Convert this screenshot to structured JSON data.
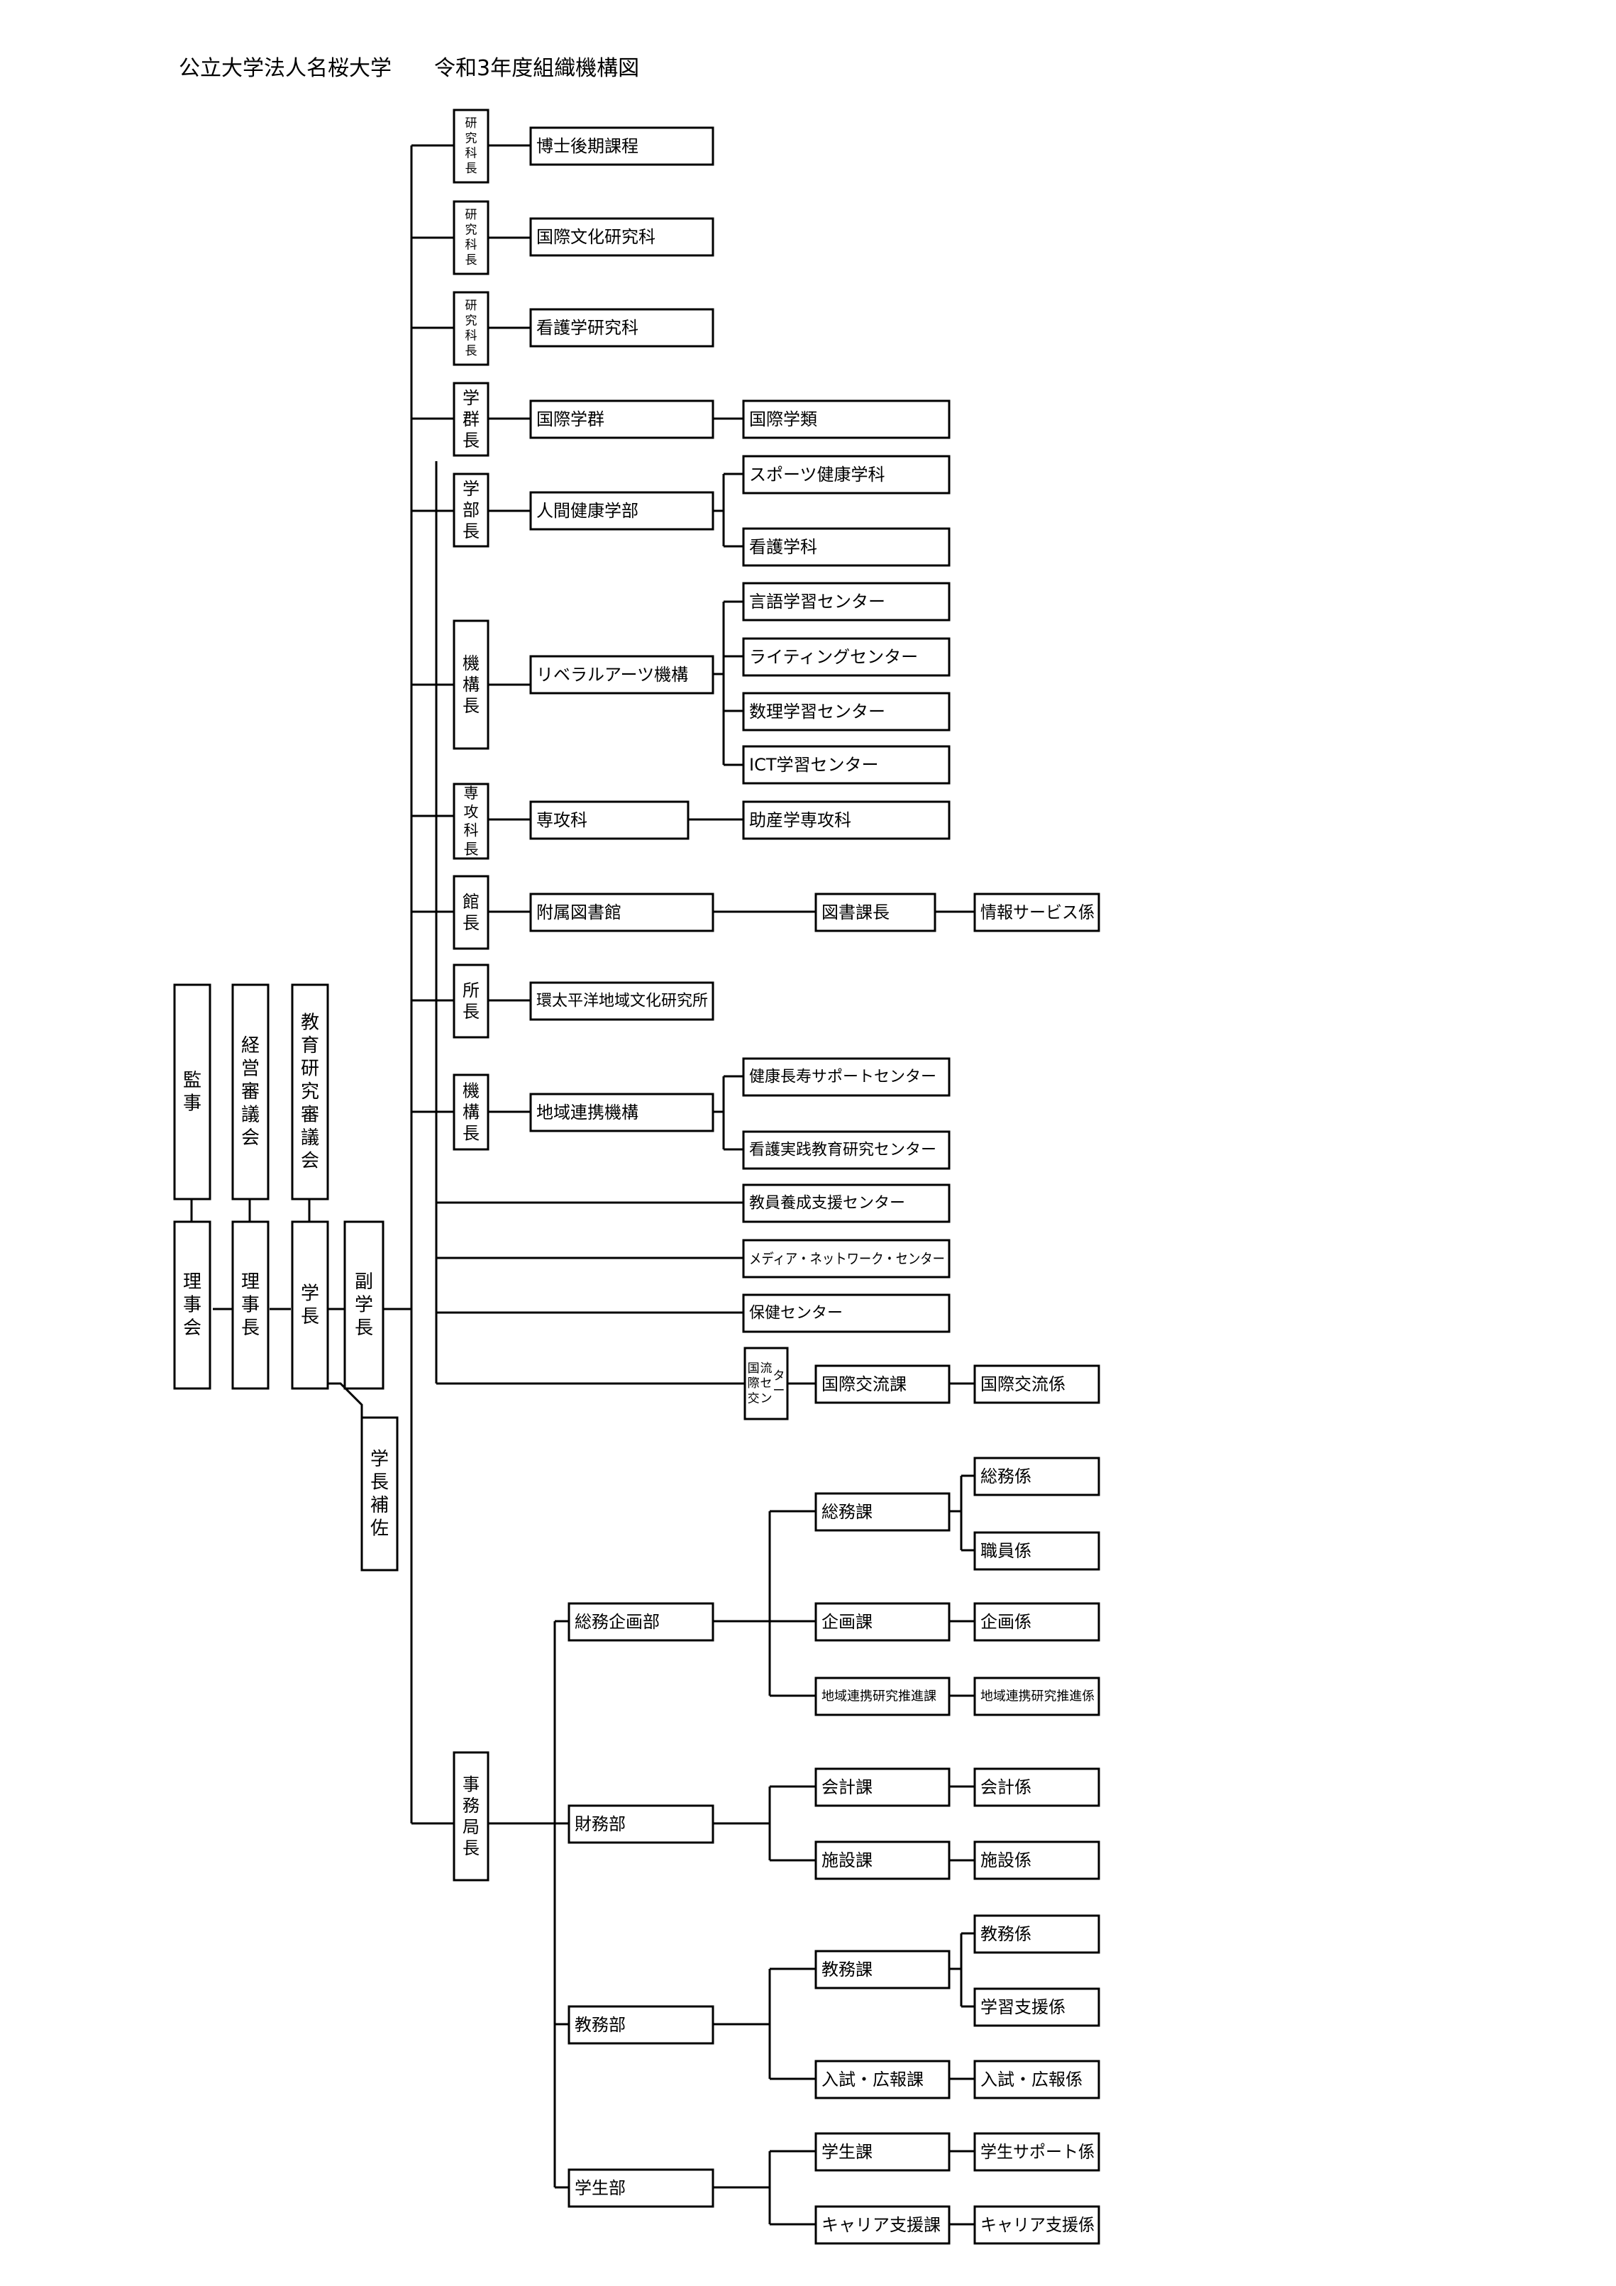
{
  "title": "公立大学法人名桜大学　　令和3年度組織機構図",
  "top": {
    "kansa": "監事",
    "keiei": "経営審議会",
    "kyoiku": "教育研究審議会",
    "rijikai": "理事会",
    "rijicho": "理事長",
    "gakucho": "学長",
    "fukugakucho": "副学長",
    "gakuchohosa": "学長補佐"
  },
  "academic": {
    "hakushi_head": "研究科長",
    "hakushi": "博士後期課程",
    "kokusai_bunka_head": "研究科長",
    "kokusai_bunka": "国際文化研究科",
    "kango_kenkyu_head": "研究科長",
    "kango_kenkyu": "看護学研究科",
    "gakugun_head": "学群長",
    "gakugun": "国際学群",
    "gakurui": "国際学類",
    "gakubu_head": "学部長",
    "gakubu": "人間健康学部",
    "sports": "スポーツ健康学科",
    "kango_gakka": "看護学科",
    "la_head": "機構長",
    "la": "リベラルアーツ機構",
    "gengo": "言語学習センター",
    "writing": "ライティングセンター",
    "suri": "数理学習センター",
    "ict": "ICT学習センター",
    "senkoka_head": "専攻科長",
    "senkoka": "専攻科",
    "josan": "助産学専攻科",
    "library_head": "館長",
    "library": "附属図書館",
    "toshokacho": "図書課長",
    "joho": "情報サービス係",
    "kenkyujo_head": "所長",
    "kenkyujo": "環太平洋地域文化研究所",
    "chiiki_head": "機構長",
    "chiiki": "地域連携機構",
    "kenko_choju": "健康長寿サポートセンター",
    "kango_jissen": "看護実践教育研究センター",
    "kyoin": "教員養成支援センター",
    "media": "メディア・ネットワーク・センター",
    "hoken": "保健センター",
    "kokusai_center": "国際交流センター",
    "kokusai_ka": "国際交流課",
    "kokusai_kakari": "国際交流係"
  },
  "office": {
    "head": "事務局長",
    "somu_kikaku": "総務企画部",
    "somu_ka": "総務課",
    "somu_kakari": "総務係",
    "shokuin": "職員係",
    "kikaku_ka": "企画課",
    "kikaku_kakari": "企画係",
    "chiiki_ka": "地域連携研究推進課",
    "chiiki_kakari": "地域連携研究推進係",
    "zaimu": "財務部",
    "kaikei_ka": "会計課",
    "kaikei_kakari": "会計係",
    "shisetsu_ka": "施設課",
    "shisetsu_kakari": "施設係",
    "kyomu_bu": "教務部",
    "kyomu_ka": "教務課",
    "kyomu_kakari": "教務係",
    "gakushu_shien": "学習支援係",
    "nyushi_ka": "入試・広報課",
    "nyushi_kakari": "入試・広報係",
    "gakusei_bu": "学生部",
    "gakusei_ka": "学生課",
    "gakusei_support": "学生サポート係",
    "career_ka": "キャリア支援課",
    "career_kakari": "キャリア支援係"
  }
}
